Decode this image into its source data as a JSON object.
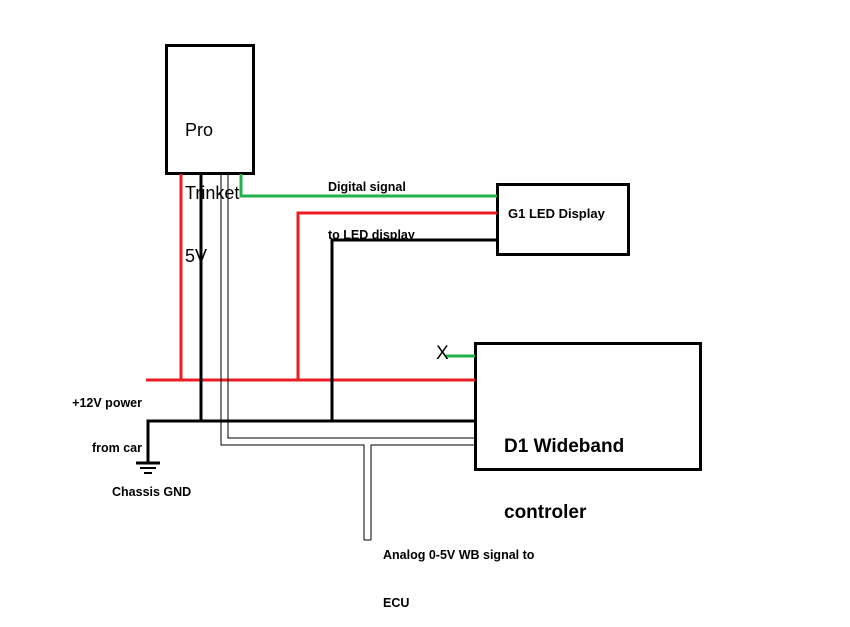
{
  "components": {
    "pro_trinket": {
      "line1": "Pro",
      "line2": "Trinket",
      "line3": "5V"
    },
    "led_display": {
      "label": "G1 LED Display"
    },
    "wideband": {
      "line1": "D1 Wideband",
      "line2": "controler"
    }
  },
  "annotations": {
    "digital_signal": {
      "line1": "Digital signal",
      "line2": "to LED display"
    },
    "power": {
      "line1": "+12V power",
      "line2": "from car"
    },
    "ground": "Chassis GND",
    "analog": {
      "line1": "Analog 0-5V WB signal to",
      "line2": "ECU"
    },
    "unused_marker": "X"
  },
  "wire_colors": {
    "power": "#ed1c24",
    "ground": "#000000",
    "signal": "#22b14c"
  }
}
